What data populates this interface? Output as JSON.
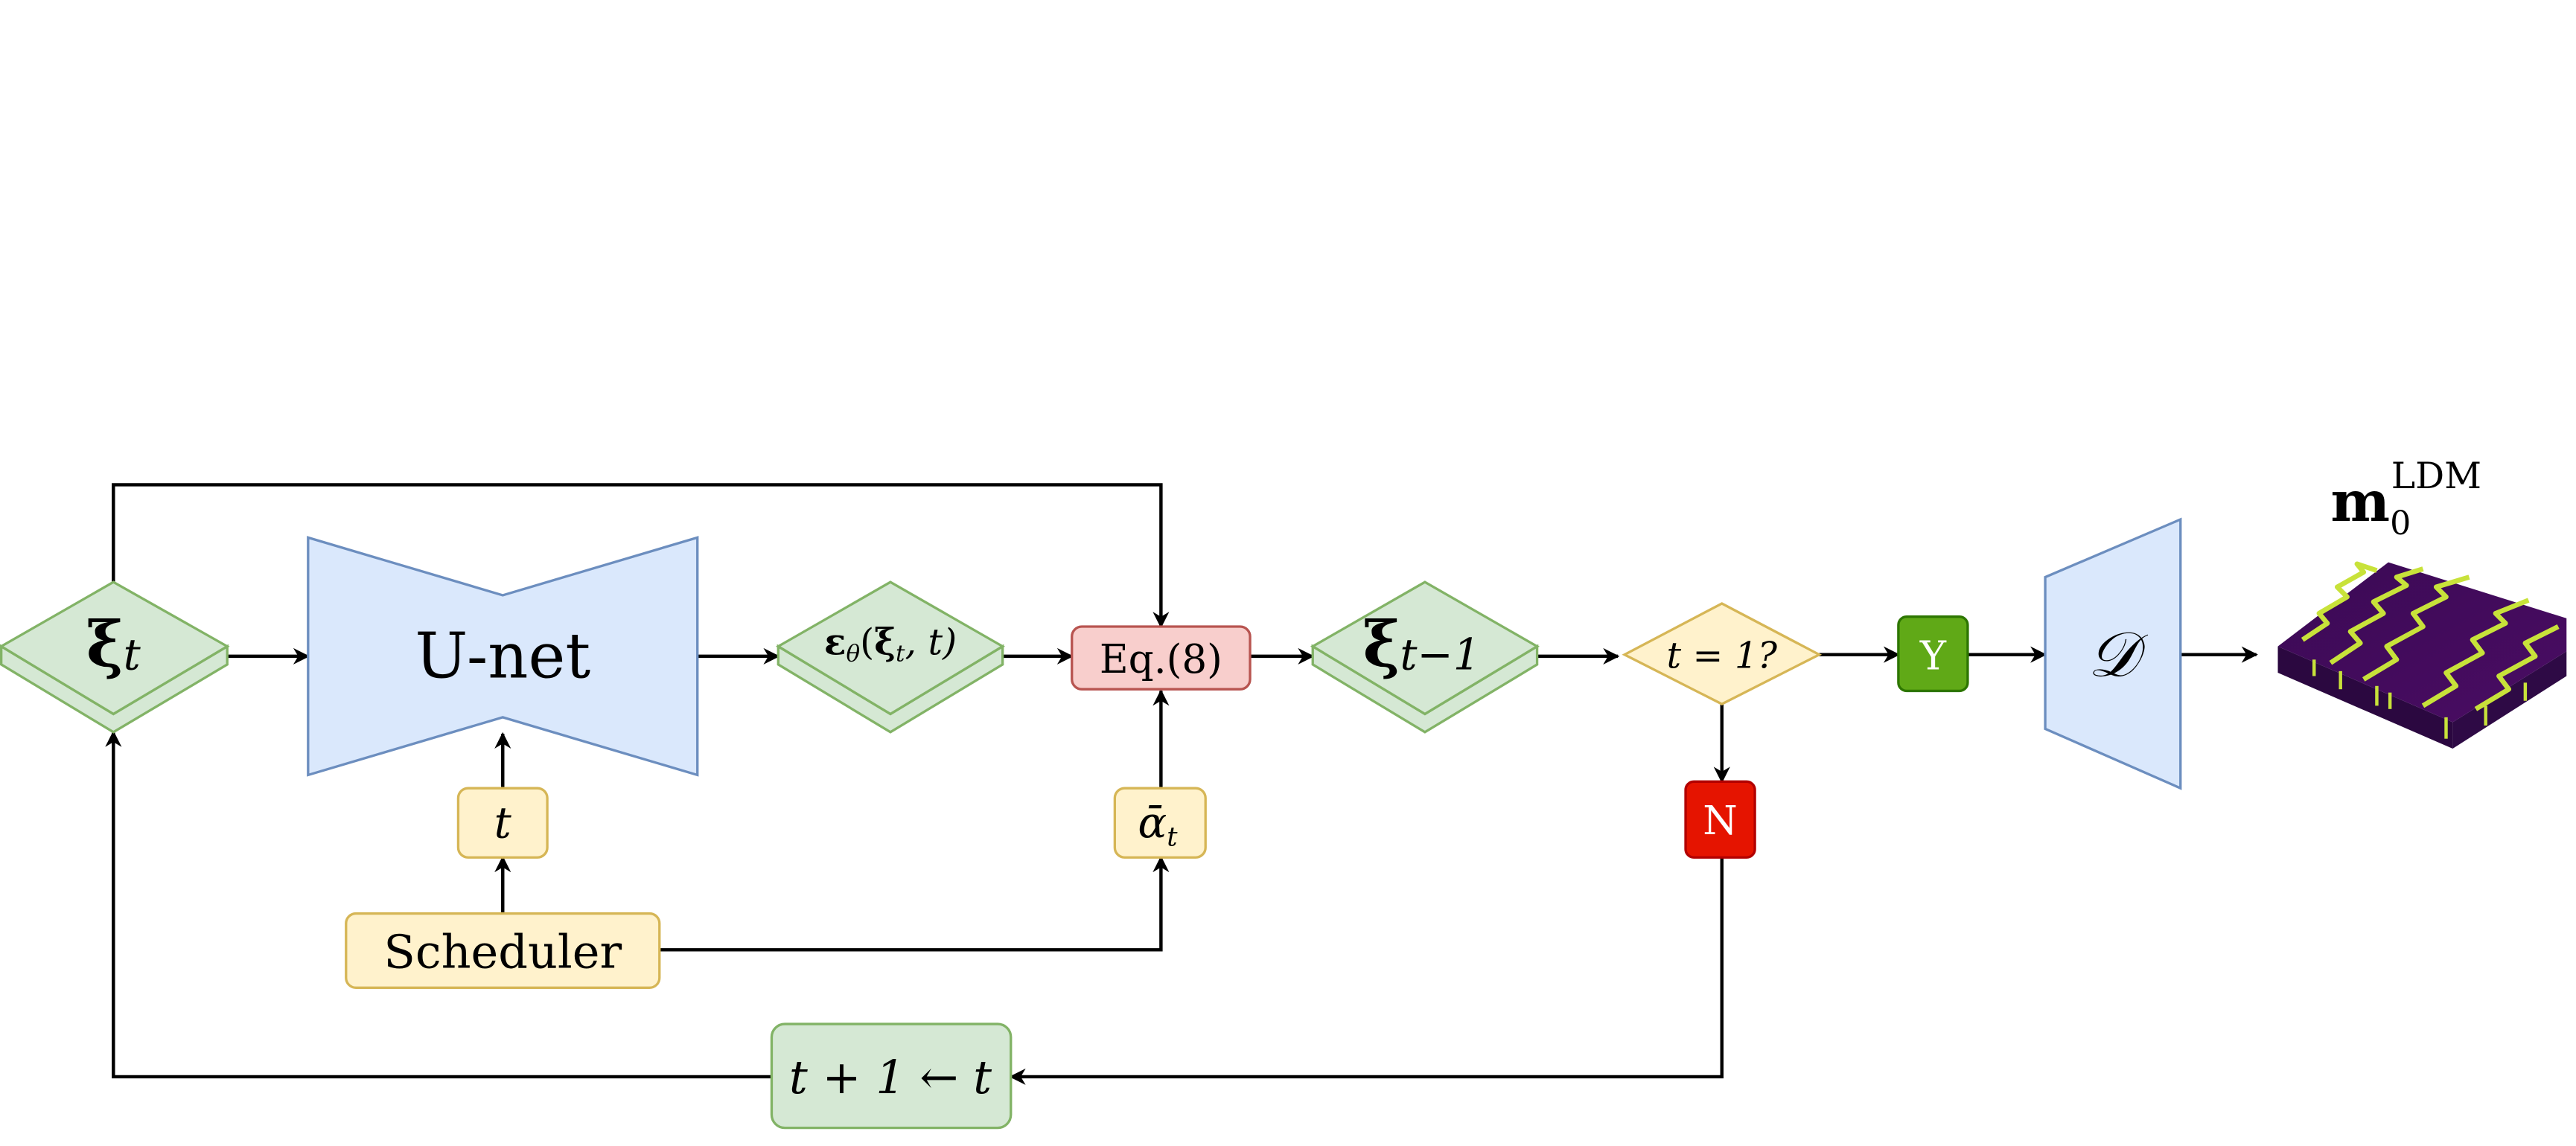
{
  "colors": {
    "green_fill": "#d5e8d4",
    "green_stroke": "#82b366",
    "blue_fill": "#dae8fc",
    "blue_stroke": "#6c8ebf",
    "red_fill": "#f8cecc",
    "red_stroke": "#b85450",
    "yellow_fill": "#fff2cc",
    "yellow_stroke": "#d6b656",
    "y_fill": "#60a917",
    "y_stroke": "#2d7600",
    "n_fill": "#e51400",
    "n_stroke": "#b20000",
    "heatmap_dark": "#44085a",
    "heatmap_wave": "#c8e23a"
  },
  "nodes": {
    "xi_t": {
      "symbol": "ξ",
      "sub": "t"
    },
    "unet": {
      "label": "U-net"
    },
    "eps": {
      "eps": "ε",
      "theta": "θ",
      "open": "(",
      "xi": "ξ",
      "xisub": "t",
      "rest": ", t)"
    },
    "eq8": {
      "label": "Eq.(8)"
    },
    "xi_tm1": {
      "symbol": "ξ",
      "sub": "t−1"
    },
    "decision": {
      "label": "t = 1?"
    },
    "yes": {
      "label": "Y"
    },
    "no": {
      "label": "N"
    },
    "decoder": {
      "label": "𝒟"
    },
    "t_input": {
      "label": "t"
    },
    "alpha": {
      "sym": "ᾱ",
      "sub": "t"
    },
    "scheduler": {
      "label": "Scheduler"
    },
    "update": {
      "label": "t + 1 ← t"
    },
    "output": {
      "base": "m",
      "sub": "0",
      "sup": "LDM"
    }
  }
}
